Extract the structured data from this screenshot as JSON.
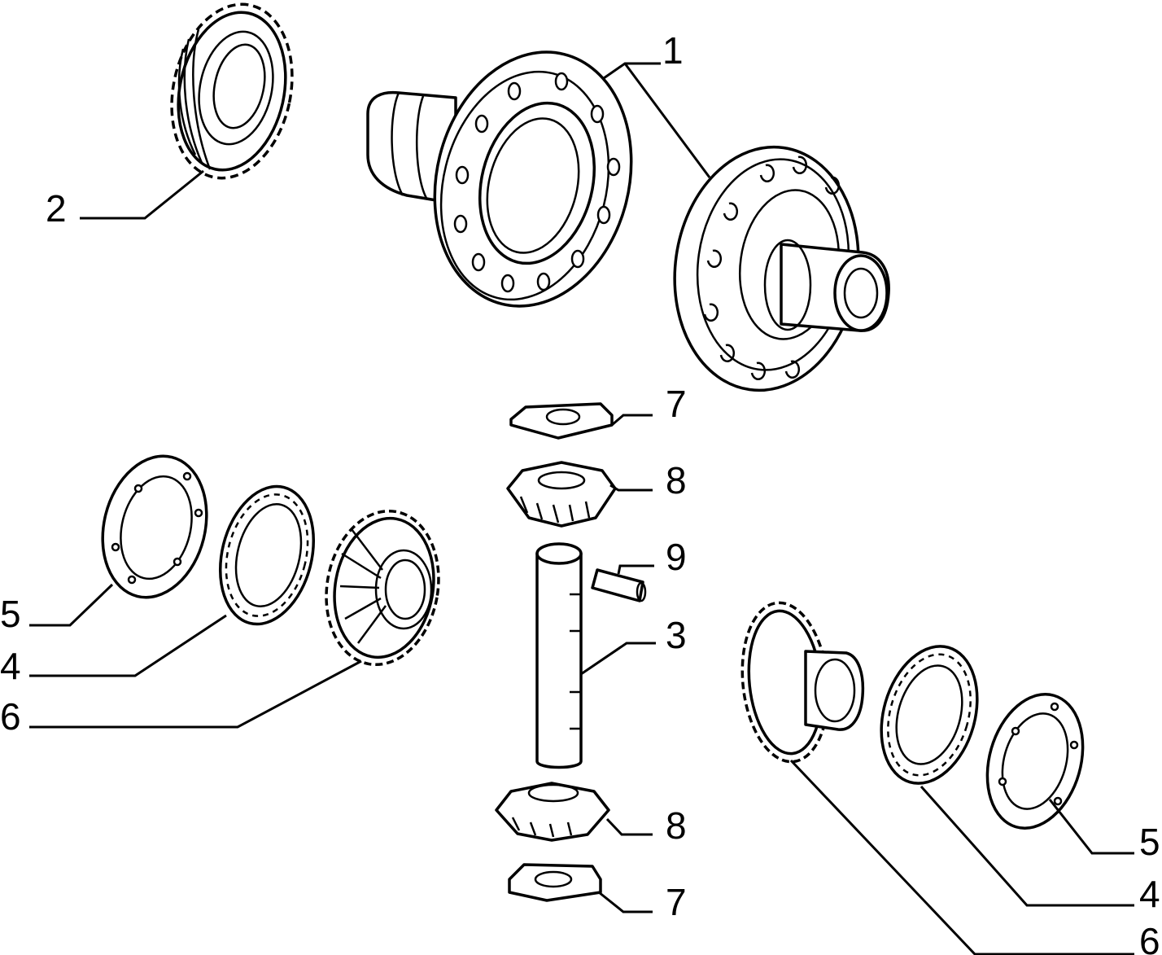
{
  "callouts": {
    "c1": "1",
    "c2": "2",
    "c3": "3",
    "c4_left": "4",
    "c4_right": "4",
    "c5_left": "5",
    "c5_right": "5",
    "c6_left": "6",
    "c6_right": "6",
    "c7_top": "7",
    "c7_bottom": "7",
    "c8_top": "8",
    "c8_bottom": "8",
    "c9": "9"
  },
  "parts": [
    "differential-housing-half",
    "crown-gear-ring",
    "pinion-shaft",
    "bearing-cage",
    "thrust-washer",
    "side-gear",
    "pinion-washer",
    "pinion-gear",
    "roll-pin"
  ]
}
